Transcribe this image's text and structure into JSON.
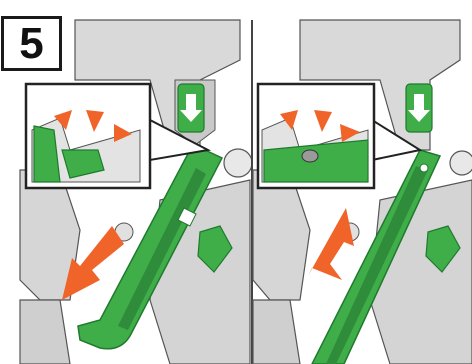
{
  "step_number": "5",
  "panels": [
    {
      "name": "left-panel",
      "arrow_direction": "pull-out"
    },
    {
      "name": "right-panel",
      "arrow_direction": "push-in"
    }
  ],
  "colors": {
    "part_green": "#3fae49",
    "part_green_dark": "#1f7a2e",
    "arrow_orange": "#f0642a",
    "machine_gray": "#d4d4d4",
    "machine_line": "#555555",
    "divider": "#444444"
  },
  "icons": [
    "step-badge",
    "magnifier-callout",
    "down-arrow-label",
    "orange-direction-arrow",
    "triangle-markers"
  ]
}
